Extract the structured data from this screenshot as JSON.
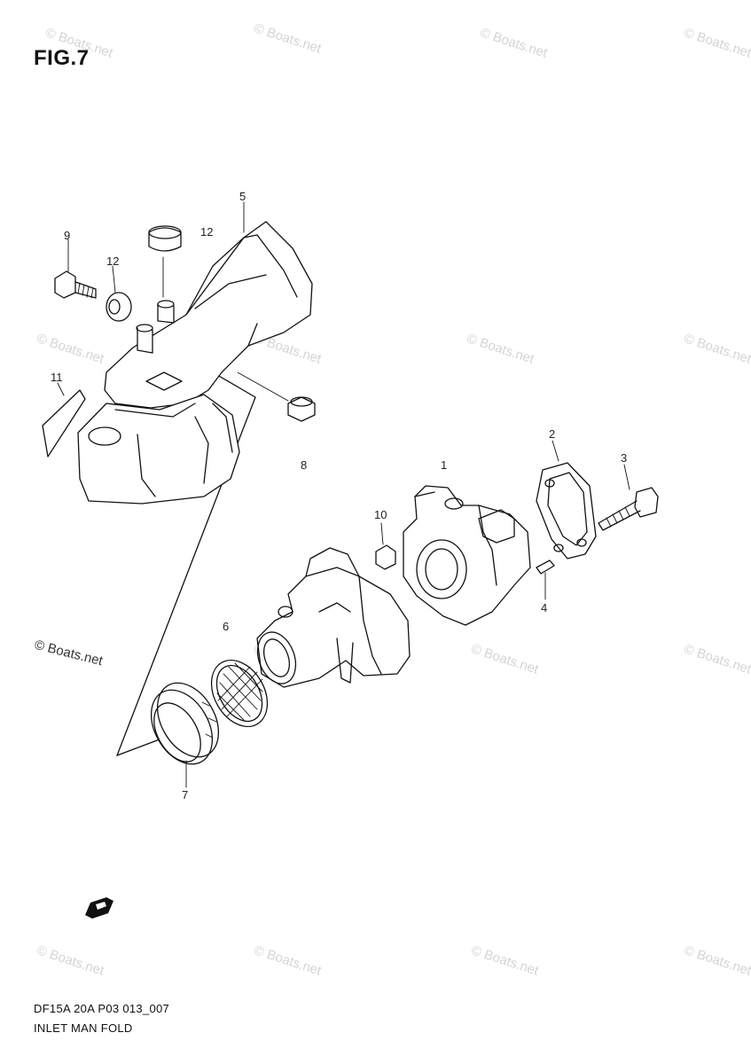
{
  "figure": {
    "title": "FIG.7"
  },
  "callouts": [
    "1",
    "2",
    "3",
    "4",
    "5",
    "6",
    "7",
    "8",
    "9",
    "10",
    "11",
    "12",
    "12"
  ],
  "watermark": {
    "text": "© Boats.net"
  },
  "footer": {
    "code": "DF15A 20A P03 013_007",
    "name": "INLET MAN FOLD"
  },
  "icons": {
    "front_indicator": "front-arrow-icon"
  }
}
